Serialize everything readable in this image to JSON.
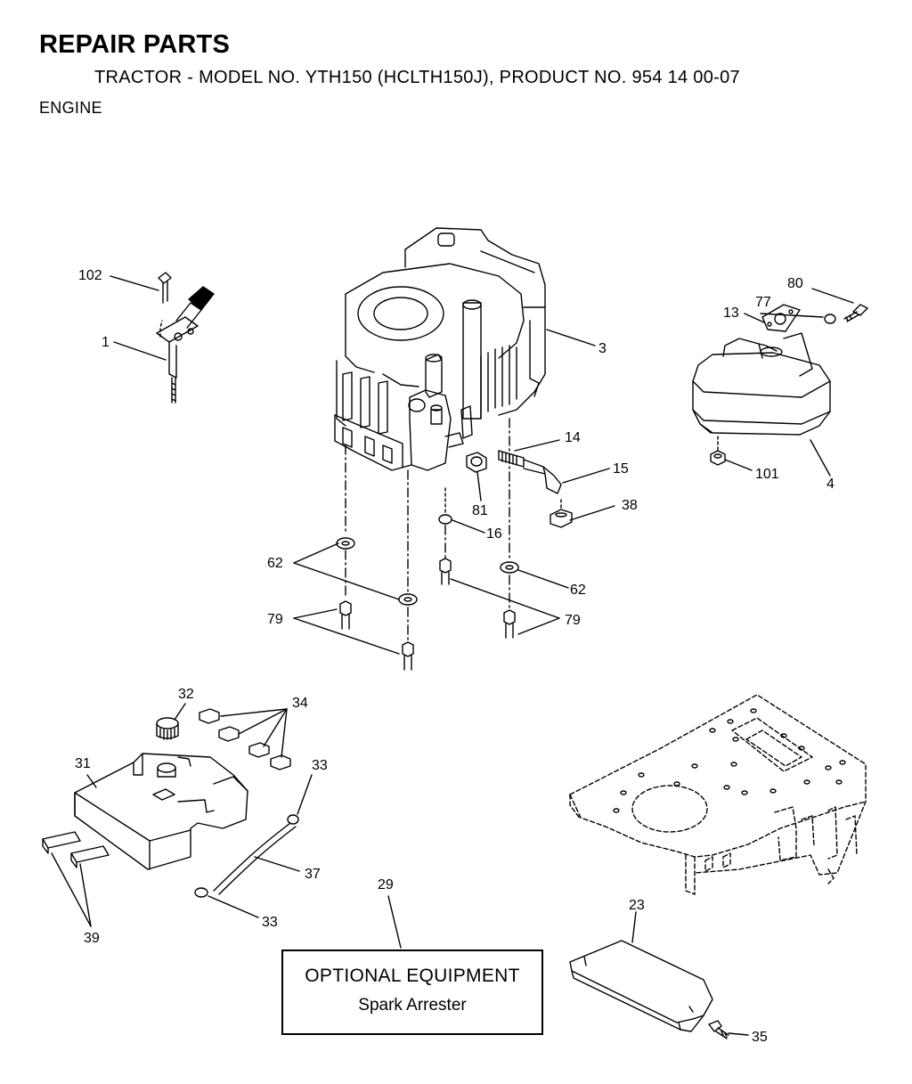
{
  "header": {
    "title": "REPAIR PARTS",
    "subtitle": "TRACTOR - MODEL NO. YTH150 (HCLTH150J), PRODUCT NO. 954 14 00-07",
    "section": "ENGINE"
  },
  "callouts": {
    "c102": "102",
    "c1": "1",
    "c3": "3",
    "c80": "80",
    "c77": "77",
    "c13": "13",
    "c4": "4",
    "c101": "101",
    "c14": "14",
    "c15": "15",
    "c81": "81",
    "c38": "38",
    "c16": "16",
    "c62a": "62",
    "c62b": "62",
    "c79a": "79",
    "c79b": "79",
    "c32": "32",
    "c34": "34",
    "c31": "31",
    "c33a": "33",
    "c33b": "33",
    "c37": "37",
    "c39": "39",
    "c29": "29",
    "c23": "23",
    "c35": "35"
  },
  "optional_equipment": {
    "title": "OPTIONAL EQUIPMENT",
    "item": "Spark Arrester"
  }
}
